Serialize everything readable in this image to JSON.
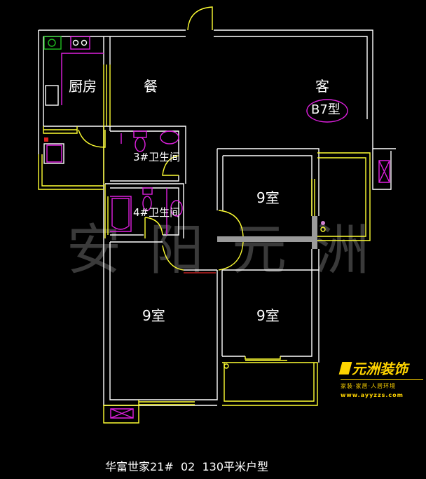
{
  "plan": {
    "rooms": {
      "kitchen": "厨房",
      "dining": "餐",
      "living": "客",
      "type_badge": "B7型",
      "bath3": "3#卫生间",
      "bath4": "4#卫生间",
      "bedroom_a": "9室",
      "bedroom_b": "9室",
      "bedroom_c": "9室"
    },
    "watermark": "安阳元洲",
    "footer": "华富世家21#  02  130平米户型"
  },
  "logo": {
    "brand": "元洲装饰",
    "slogan": "家装·家居·人居环境",
    "url": "www.ayyzzs.com"
  },
  "colors": {
    "wall": "#ffffff",
    "window": "#ffff33",
    "fixture": "#e020e0",
    "background": "#000000"
  }
}
